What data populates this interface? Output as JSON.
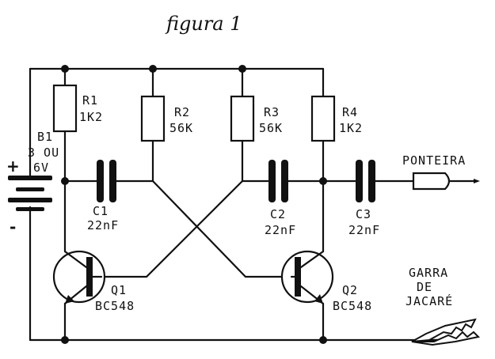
{
  "title": "figura 1",
  "battery": {
    "name": "B1",
    "voltage_line1": "3 OU",
    "voltage_line2": "6V",
    "plus": "+",
    "minus": "-"
  },
  "resistors": [
    {
      "name": "R1",
      "value": "1K2"
    },
    {
      "name": "R2",
      "value": "56K"
    },
    {
      "name": "R3",
      "value": "56K"
    },
    {
      "name": "R4",
      "value": "1K2"
    }
  ],
  "capacitors": [
    {
      "name": "C1",
      "value": "22nF"
    },
    {
      "name": "C2",
      "value": "22nF"
    },
    {
      "name": "C3",
      "value": "22nF"
    }
  ],
  "transistors": [
    {
      "name": "Q1",
      "type": "BC548"
    },
    {
      "name": "Q2",
      "type": "BC548"
    }
  ],
  "probe_label": "PONTEIRA",
  "clip_label": {
    "line1": "GARRA",
    "line2": "DE",
    "line3": "JACARÉ"
  }
}
